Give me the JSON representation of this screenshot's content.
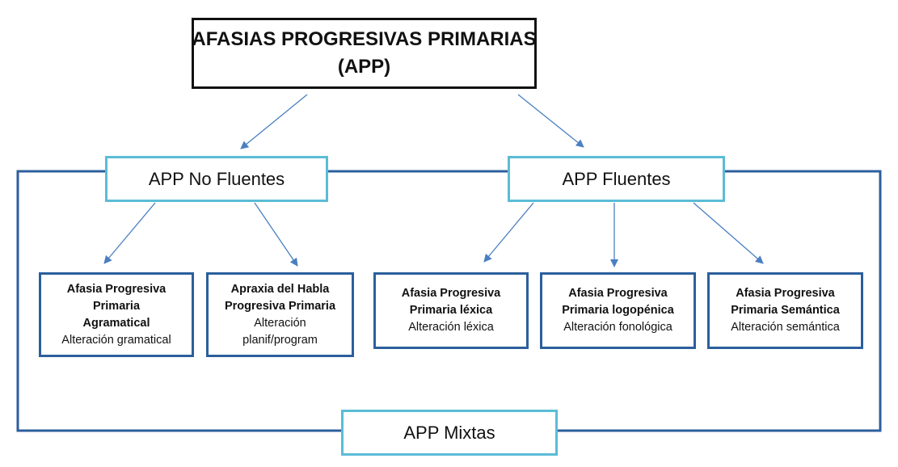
{
  "diagram": {
    "title": {
      "line1": "AFASIAS PROGRESIVAS PRIMARIAS",
      "line2": "(APP)"
    },
    "groups": {
      "no_fluentes": "APP No Fluentes",
      "fluentes": "APP Fluentes",
      "mixtas": "APP Mixtas"
    },
    "subtypes": [
      {
        "title_lines": [
          "Afasia Progresiva",
          "Primaria",
          "Agramatical"
        ],
        "desc_lines": [
          "Alteración gramatical"
        ]
      },
      {
        "title_lines": [
          "Apraxia del Habla",
          "Progresiva Primaria"
        ],
        "desc_lines": [
          "Alteración",
          "planif/program"
        ]
      },
      {
        "title_lines": [
          "Afasia Progresiva",
          "Primaria léxica"
        ],
        "desc_lines": [
          "Alteración léxica"
        ]
      },
      {
        "title_lines": [
          "Afasia Progresiva",
          "Primaria logopénica"
        ],
        "desc_lines": [
          "Alteración fonológica"
        ]
      },
      {
        "title_lines": [
          "Afasia Progresiva",
          "Primaria Semántica"
        ],
        "desc_lines": [
          "Alteración semántica"
        ]
      }
    ],
    "colors": {
      "title_border": "#111111",
      "group_border": "#5bbcd6",
      "subtype_border": "#2c5f9c",
      "connector": "#4a7fc0"
    }
  }
}
